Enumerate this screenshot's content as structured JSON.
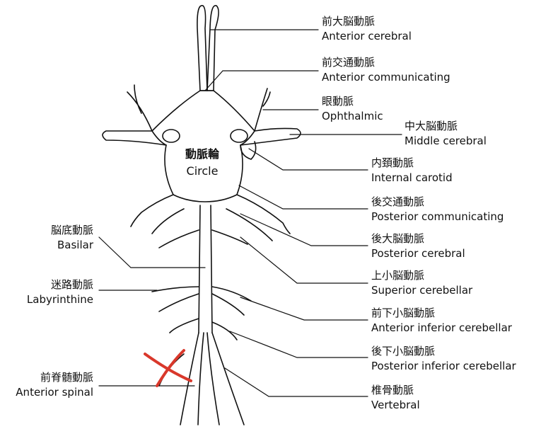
{
  "title_center": {
    "ja": "動脈輪",
    "en": "Circle"
  },
  "labels_right": [
    {
      "ja": "前大脳動脈",
      "en": "Anterior cerebral"
    },
    {
      "ja": "前交通動脈",
      "en": "Anterior communicating"
    },
    {
      "ja": "眼動脈",
      "en": "Ophthalmic"
    },
    {
      "ja": "中大脳動脈",
      "en": "Middle cerebral"
    },
    {
      "ja": "内頚動脈",
      "en": "Internal carotid"
    },
    {
      "ja": "後交通動脈",
      "en": "Posterior communicating"
    },
    {
      "ja": "後大脳動脈",
      "en": "Posterior cerebral"
    },
    {
      "ja": "上小脳動脈",
      "en": "Superior cerebellar"
    },
    {
      "ja": "前下小脳動脈",
      "en": "Anterior inferior cerebellar"
    },
    {
      "ja": "後下小脳動脈",
      "en": "Posterior inferior cerebellar"
    },
    {
      "ja": "椎骨動脈",
      "en": "Vertebral"
    }
  ],
  "labels_left": [
    {
      "ja": "脳底動脈",
      "en": "Basilar"
    },
    {
      "ja": "迷路動脈",
      "en": "Labyrinthine"
    },
    {
      "ja": "前脊髄動脈",
      "en": "Anterior spinal"
    }
  ],
  "colors": {
    "line": "#111111",
    "cross_mark": "#d9382b"
  }
}
